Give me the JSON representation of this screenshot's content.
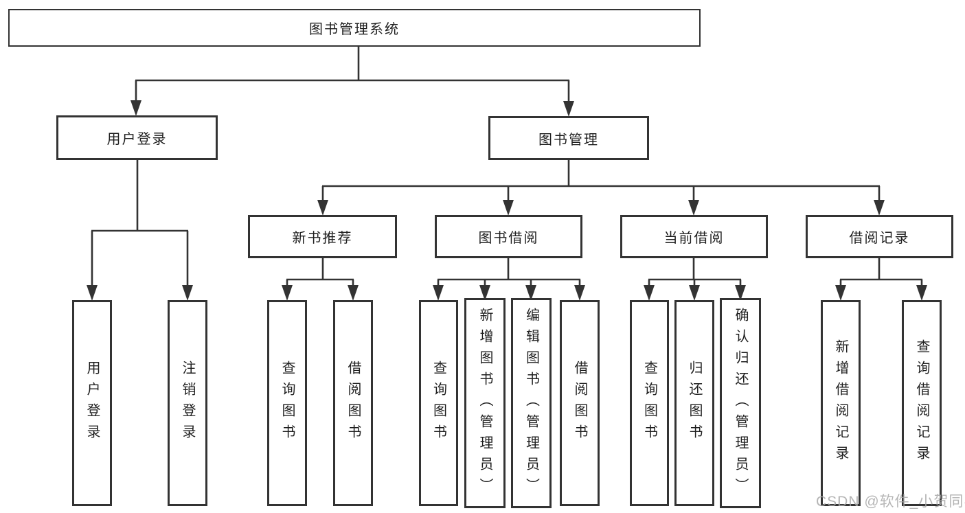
{
  "diagram_type": "hierarchy-tree",
  "tree": {
    "root": {
      "label": "图书管理系统",
      "children": [
        {
          "label": "用户登录",
          "children": [
            {
              "label": "用户登录"
            },
            {
              "label": "注销登录"
            }
          ]
        },
        {
          "label": "图书管理",
          "children": [
            {
              "label": "新书推荐",
              "children": [
                {
                  "label": "查询图书"
                },
                {
                  "label": "借阅图书"
                }
              ]
            },
            {
              "label": "图书借阅",
              "children": [
                {
                  "label": "查询图书"
                },
                {
                  "label": "新增图书（管理员）"
                },
                {
                  "label": "编辑图书（管理员）"
                },
                {
                  "label": "借阅图书"
                }
              ]
            },
            {
              "label": "当前借阅",
              "children": [
                {
                  "label": "查询图书"
                },
                {
                  "label": "归还图书"
                },
                {
                  "label": "确认归还（管理员）"
                }
              ]
            },
            {
              "label": "借阅记录",
              "children": [
                {
                  "label": "新增借阅记录"
                },
                {
                  "label": "查询借阅记录"
                }
              ]
            }
          ]
        }
      ]
    }
  },
  "watermark": {
    "text": "CSDN @软件_小贺同学"
  },
  "colors": {
    "line": "#333333",
    "box_border": "#333333",
    "text": "#1f1f1f",
    "background": "#ffffff",
    "watermark": "#a8a8a8"
  }
}
